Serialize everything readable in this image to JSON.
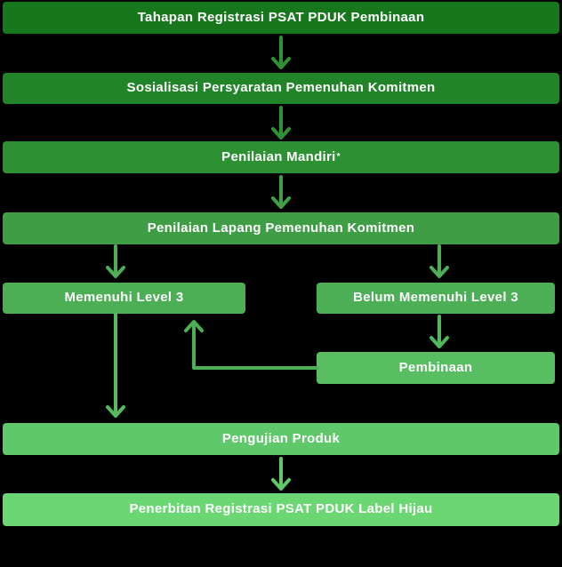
{
  "flowchart": {
    "nodes": {
      "tahapan": {
        "label": "Tahapan Registrasi PSAT PDUK Pembinaan"
      },
      "sosialisasi": {
        "label": "Sosialisasi Persyaratan Pemenuhan Komitmen"
      },
      "penilaian_mandiri": {
        "label": "Penilaian Mandiri",
        "superscript": "*"
      },
      "penilaian_lapang": {
        "label": "Penilaian Lapang Pemenuhan Komitmen"
      },
      "memenuhi_level_3": {
        "label": "Memenuhi Level 3"
      },
      "belum_memenuhi_level_3": {
        "label": "Belum Memenuhi Level 3"
      },
      "pembinaan": {
        "label": "Pembinaan"
      },
      "pengujian_produk": {
        "label": "Pengujian Produk"
      },
      "penerbitan": {
        "label": "Penerbitan Registrasi PSAT PDUK Label Hijau"
      }
    },
    "edges": [
      {
        "from": "tahapan",
        "to": "sosialisasi"
      },
      {
        "from": "sosialisasi",
        "to": "penilaian_mandiri"
      },
      {
        "from": "penilaian_mandiri",
        "to": "penilaian_lapang"
      },
      {
        "from": "penilaian_lapang",
        "to": "memenuhi_level_3"
      },
      {
        "from": "penilaian_lapang",
        "to": "belum_memenuhi_level_3"
      },
      {
        "from": "belum_memenuhi_level_3",
        "to": "pembinaan"
      },
      {
        "from": "pembinaan",
        "to": "memenuhi_level_3"
      },
      {
        "from": "memenuhi_level_3",
        "to": "pengujian_produk"
      },
      {
        "from": "pengujian_produk",
        "to": "penerbitan"
      }
    ],
    "colors": {
      "background": "#000000",
      "text": "#ffffff",
      "node_tahapan": "#17771d",
      "node_sosialisasi": "#218428",
      "node_penilaian_mandiri": "#2d9134",
      "node_penilaian_lapang": "#3f9e45",
      "node_memenuhi_level_3": "#4cae55",
      "node_belum_memenuhi_level_3": "#4cae55",
      "node_pembinaan": "#59bd62",
      "node_pengujian_produk": "#5ec86a",
      "node_penerbitan": "#6ad773",
      "arrow_1": "#2f9135",
      "arrow_2": "#2f9135",
      "arrow_3": "#3fa046",
      "arrow_branch_left": "#4cae55",
      "arrow_branch_right": "#4cae55",
      "arrow_belum_to_pembinaan": "#4fb85c",
      "arrow_memenuhi_to_pengujian": "#54bc5e",
      "arrow_pembinaan_feedback": "#4cae55",
      "arrow_pengujian_to_penerbitan": "#5fc96a"
    }
  }
}
